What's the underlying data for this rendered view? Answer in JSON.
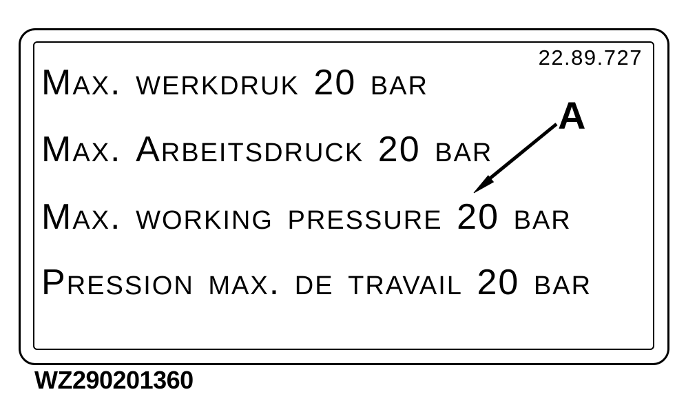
{
  "label": {
    "part_number": "22.89.727",
    "lines": [
      "Max. werkdruk 20 bar",
      "Max. Arbeitsdruck 20 bar",
      "Max. working pressure 20 bar",
      "Pression max. de travail 20 bar"
    ],
    "callout": {
      "label": "A"
    }
  },
  "footer": {
    "drawing_code": "WZ290201360"
  },
  "colors": {
    "ink": "#000000",
    "background": "#ffffff"
  }
}
